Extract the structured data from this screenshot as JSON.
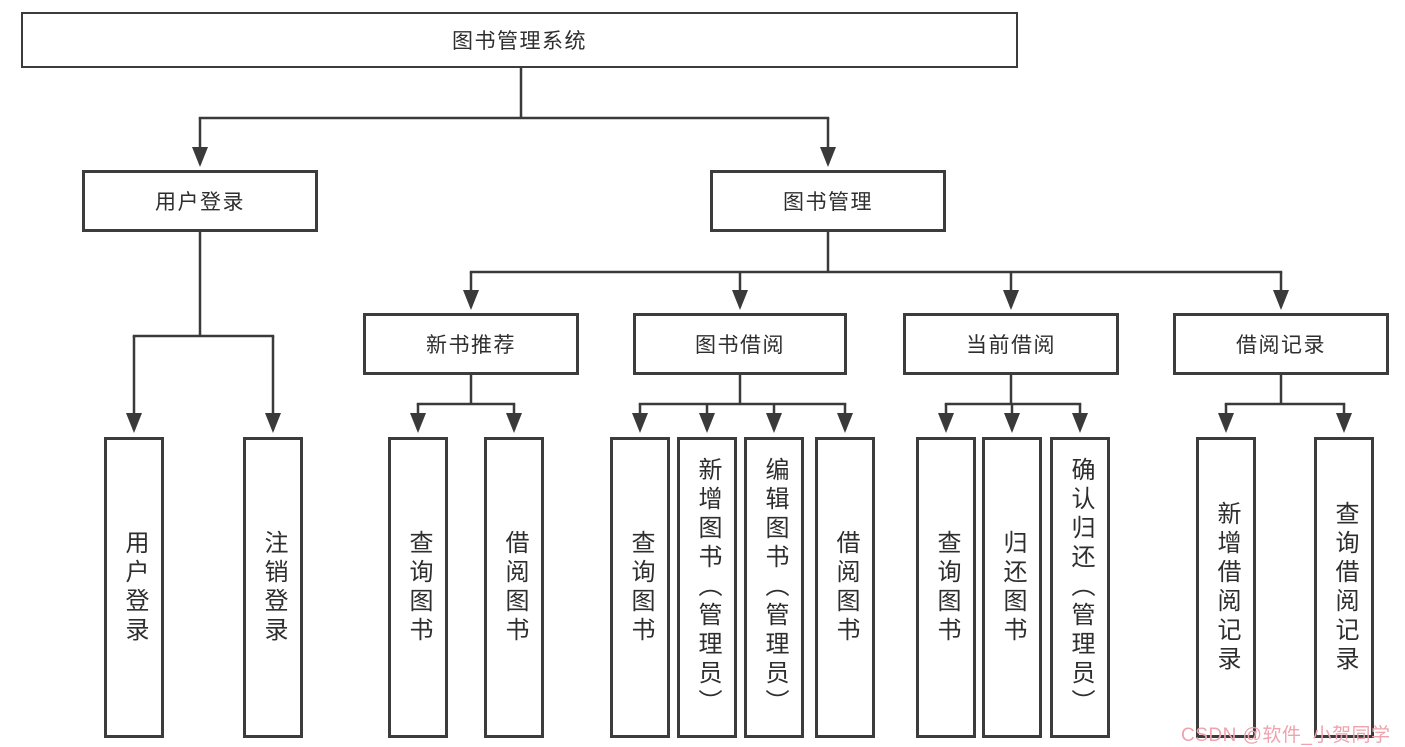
{
  "diagram": {
    "line_color": "#3a3a3a",
    "root": {
      "label": "图书管理系统"
    },
    "login": {
      "label": "用户登录",
      "children": [
        {
          "label": "用户登录"
        },
        {
          "label": "注销登录"
        }
      ]
    },
    "management": {
      "label": "图书管理",
      "groups": [
        {
          "label": "新书推荐",
          "children": [
            {
              "label": "查询图书"
            },
            {
              "label": "借阅图书"
            }
          ]
        },
        {
          "label": "图书借阅",
          "children": [
            {
              "label": "查询图书"
            },
            {
              "label": "新增图书（管理员）"
            },
            {
              "label": "编辑图书（管理员）"
            },
            {
              "label": "借阅图书"
            }
          ]
        },
        {
          "label": "当前借阅",
          "children": [
            {
              "label": "查询图书"
            },
            {
              "label": "归还图书"
            },
            {
              "label": "确认归还（管理员）"
            }
          ]
        },
        {
          "label": "借阅记录",
          "children": [
            {
              "label": "新增借阅记录"
            },
            {
              "label": "查询借阅记录"
            }
          ]
        }
      ]
    }
  },
  "watermark": {
    "text": "CSDN @软件_小贺同学",
    "color": "#efa3ae"
  }
}
